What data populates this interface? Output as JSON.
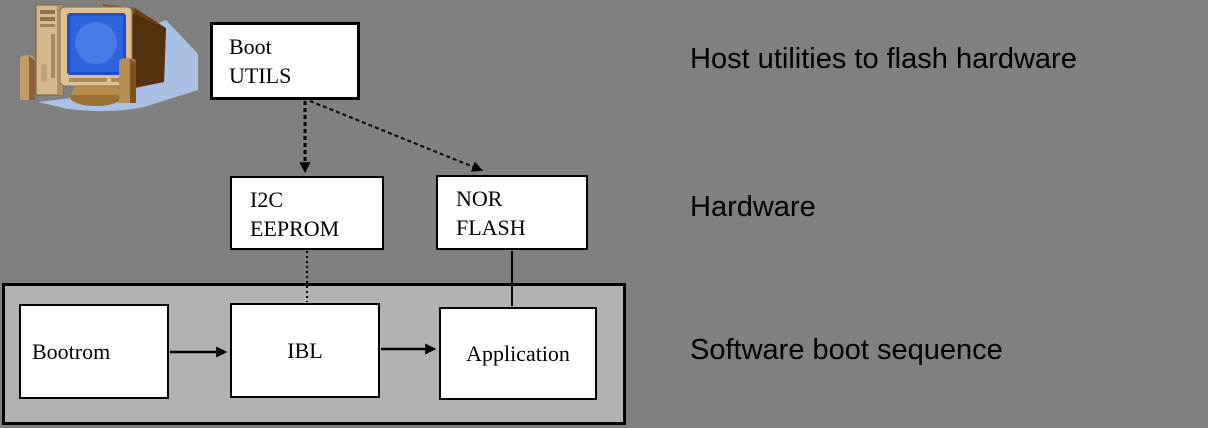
{
  "diagram": {
    "title_implicit": "Boot flow diagram",
    "boxes": {
      "boot_utils": {
        "line1": "Boot",
        "line2": "UTILS"
      },
      "i2c_eeprom": {
        "line1": "I2C",
        "line2": "EEPROM"
      },
      "nor_flash": {
        "line1": "NOR",
        "line2": "FLASH"
      },
      "bootrom": {
        "label": "Bootrom"
      },
      "ibl": {
        "label": "IBL"
      },
      "application": {
        "label": "Application"
      }
    },
    "row_labels": {
      "host_utilities": "Host utilities to flash hardware",
      "hardware": "Hardware",
      "software_boot_sequence": "Software boot sequence"
    },
    "icons": {
      "computer": "desktop-computer-clipart"
    },
    "edges": [
      {
        "from": "boot_utils",
        "to": "i2c_eeprom",
        "style": "dotted",
        "arrow": true
      },
      {
        "from": "boot_utils",
        "to": "nor_flash",
        "style": "dashed",
        "arrow": true
      },
      {
        "from": "i2c_eeprom",
        "to": "ibl",
        "style": "dotted",
        "arrow": false
      },
      {
        "from": "nor_flash",
        "to": "application",
        "style": "solid",
        "arrow": false
      },
      {
        "from": "bootrom",
        "to": "ibl",
        "style": "solid",
        "arrow": true
      },
      {
        "from": "ibl",
        "to": "application",
        "style": "solid",
        "arrow": true
      }
    ],
    "colors": {
      "background": "#808080",
      "container_fill": "#b2b2b2",
      "box_fill": "#ffffff",
      "border": "#000000",
      "text": "#000000",
      "shadow_blue": "#aabfe4",
      "monitor_beige": "#dcc093",
      "screen_blue": "#2f63dd"
    }
  }
}
